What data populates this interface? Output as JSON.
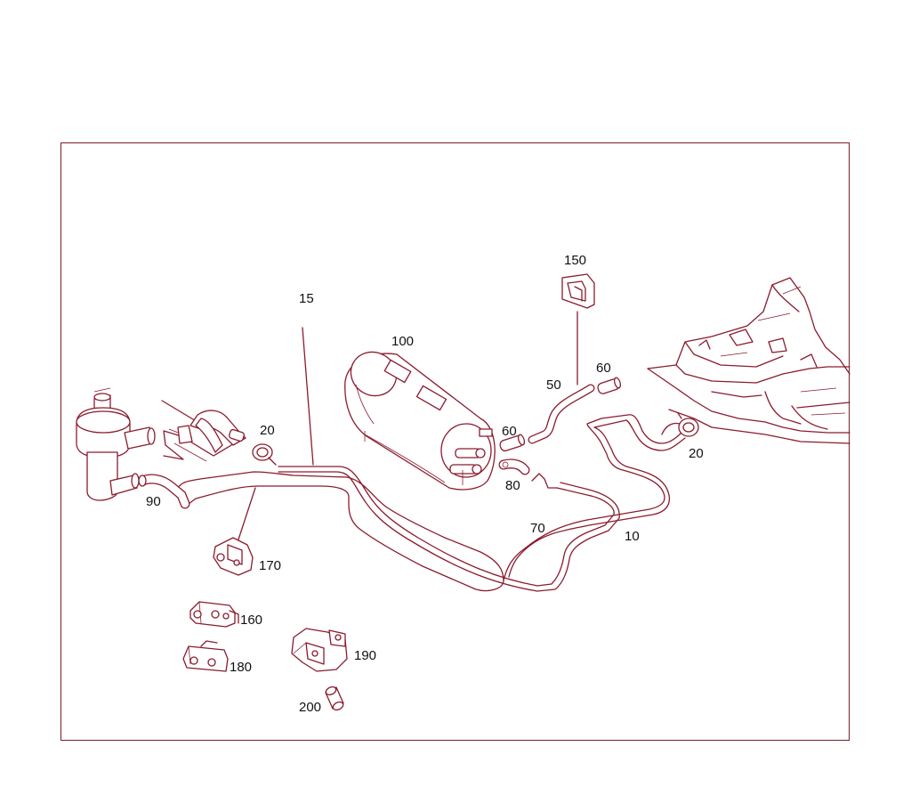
{
  "diagram": {
    "labels": {
      "p15": "15",
      "p20a": "20",
      "p20b": "20",
      "p90": "90",
      "p100": "100",
      "p150": "150",
      "p50": "50",
      "p60a": "60",
      "p60b": "60",
      "p80": "80",
      "p70": "70",
      "p10": "10",
      "p170": "170",
      "p160": "160",
      "p180": "180",
      "p190": "190",
      "p200": "200"
    },
    "colors": {
      "line": "#8a1c2e",
      "frame": "#7a1f2b",
      "text": "#111111"
    }
  }
}
